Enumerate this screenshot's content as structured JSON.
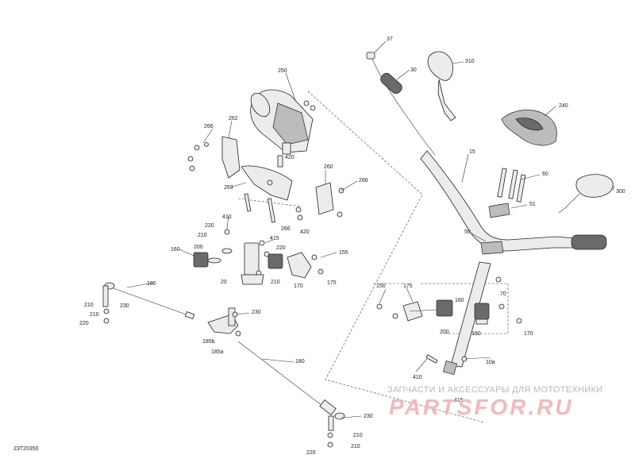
{
  "diagram_code": "23T20350",
  "watermark": {
    "text": "ЗАПЧАСТИ И АКСЕССУАРЫ ДЛЯ МОТОТЕХНИКИ",
    "logo": "PARTSFOR.RU"
  },
  "labels": [
    {
      "id": "l37",
      "text": "37"
    },
    {
      "id": "l310",
      "text": "310"
    },
    {
      "id": "l30",
      "text": "30"
    },
    {
      "id": "l240",
      "text": "240"
    },
    {
      "id": "l15",
      "text": "15"
    },
    {
      "id": "l60",
      "text": "60"
    },
    {
      "id": "l300",
      "text": "300"
    },
    {
      "id": "l51",
      "text": "51"
    },
    {
      "id": "l50",
      "text": "50"
    },
    {
      "id": "l250",
      "text": "250"
    },
    {
      "id": "l266a",
      "text": "266"
    },
    {
      "id": "l262",
      "text": "262"
    },
    {
      "id": "l420a",
      "text": "420"
    },
    {
      "id": "l260",
      "text": "260"
    },
    {
      "id": "l266b",
      "text": "266"
    },
    {
      "id": "l263",
      "text": "263"
    },
    {
      "id": "l266c",
      "text": "266"
    },
    {
      "id": "l420b",
      "text": "420"
    },
    {
      "id": "l410a",
      "text": "410"
    },
    {
      "id": "l220a",
      "text": "220"
    },
    {
      "id": "l210a",
      "text": "210"
    },
    {
      "id": "l415a",
      "text": "415"
    },
    {
      "id": "l220b",
      "text": "220"
    },
    {
      "id": "l155",
      "text": "155"
    },
    {
      "id": "l160a",
      "text": "160"
    },
    {
      "id": "l200a",
      "text": "200"
    },
    {
      "id": "l20",
      "text": "20"
    },
    {
      "id": "l210b",
      "text": "210"
    },
    {
      "id": "l170a",
      "text": "170"
    },
    {
      "id": "l175a",
      "text": "175"
    },
    {
      "id": "l180a",
      "text": "180"
    },
    {
      "id": "l210c",
      "text": "210"
    },
    {
      "id": "l230a",
      "text": "230"
    },
    {
      "id": "l210d",
      "text": "210"
    },
    {
      "id": "l220c",
      "text": "220"
    },
    {
      "id": "l230b",
      "text": "230"
    },
    {
      "id": "l185b",
      "text": "185b"
    },
    {
      "id": "l185a",
      "text": "185a"
    },
    {
      "id": "l180b",
      "text": "180"
    },
    {
      "id": "l150",
      "text": "150"
    },
    {
      "id": "l175b",
      "text": "175"
    },
    {
      "id": "l160b",
      "text": "160"
    },
    {
      "id": "l70",
      "text": "70"
    },
    {
      "id": "l200b",
      "text": "200"
    },
    {
      "id": "l160c",
      "text": "160"
    },
    {
      "id": "l170b",
      "text": "170"
    },
    {
      "id": "l10a",
      "text": "10a"
    },
    {
      "id": "l410b",
      "text": "410"
    },
    {
      "id": "l415b",
      "text": "415"
    },
    {
      "id": "l230c",
      "text": "230"
    },
    {
      "id": "l210e",
      "text": "210"
    },
    {
      "id": "l220d",
      "text": "220"
    },
    {
      "id": "l210f",
      "text": "210"
    }
  ]
}
